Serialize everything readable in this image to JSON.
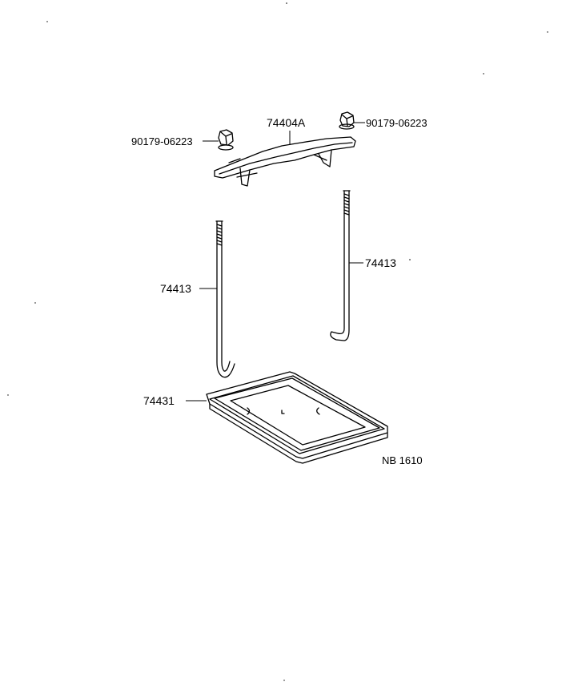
{
  "diagram": {
    "code": "NB 1610",
    "parts": {
      "nut_left": "90179-06223",
      "nut_right": "90179-06223",
      "clamp": "74404A",
      "rod_left": "74413",
      "rod_right": "74413",
      "tray": "74431"
    }
  }
}
